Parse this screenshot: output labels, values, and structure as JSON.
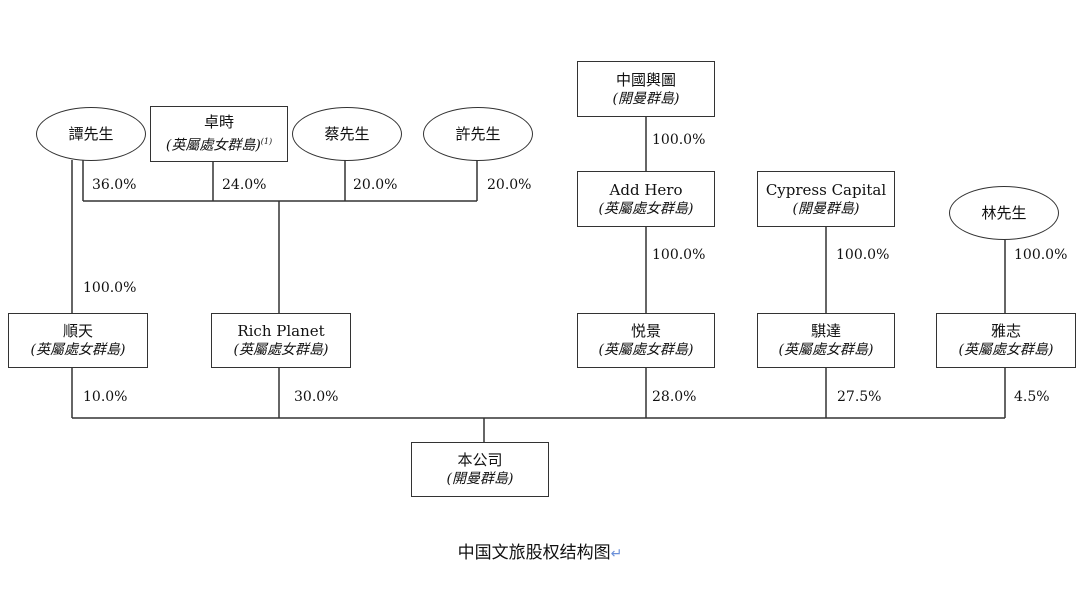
{
  "diagram": {
    "nodes": {
      "tan": {
        "name": "譚先生",
        "jurisdiction": ""
      },
      "zhuoshi": {
        "name": "卓時",
        "jurisdiction": "(英屬處女群島)",
        "note": "(1)"
      },
      "cai": {
        "name": "蔡先生",
        "jurisdiction": ""
      },
      "xu": {
        "name": "許先生",
        "jurisdiction": ""
      },
      "zhongguo": {
        "name": "中國輿圖",
        "jurisdiction": "(開曼群島)"
      },
      "addhero": {
        "name": "Add Hero",
        "jurisdiction": "(英屬處女群島)"
      },
      "cypress": {
        "name": "Cypress Capital",
        "jurisdiction": "(開曼群島)"
      },
      "lin": {
        "name": "林先生",
        "jurisdiction": ""
      },
      "shuntian": {
        "name": "順天",
        "jurisdiction": "(英屬處女群島)"
      },
      "richplanet": {
        "name": "Rich Planet",
        "jurisdiction": "(英屬處女群島)"
      },
      "yuejing": {
        "name": "悦景",
        "jurisdiction": "(英屬處女群島)"
      },
      "qida": {
        "name": "騏達",
        "jurisdiction": "(英屬處女群島)"
      },
      "yazhi": {
        "name": "雅志",
        "jurisdiction": "(英屬處女群島)"
      },
      "company": {
        "name": "本公司",
        "jurisdiction": "(開曼群島)"
      }
    },
    "edges": {
      "tan_richplanet": "36.0%",
      "zhuoshi_richplanet": "24.0%",
      "cai_richplanet": "20.0%",
      "xu_richplanet": "20.0%",
      "tan_shuntian": "100.0%",
      "zhongguo_addhero": "100.0%",
      "addhero_yuejing": "100.0%",
      "cypress_qida": "100.0%",
      "lin_yazhi": "100.0%",
      "shuntian_company": "10.0%",
      "richplanet_company": "30.0%",
      "yuejing_company": "28.0%",
      "qida_company": "27.5%",
      "yazhi_company": "4.5%"
    }
  },
  "caption": "中国文旅股权结构图",
  "caption_mark": "↵"
}
